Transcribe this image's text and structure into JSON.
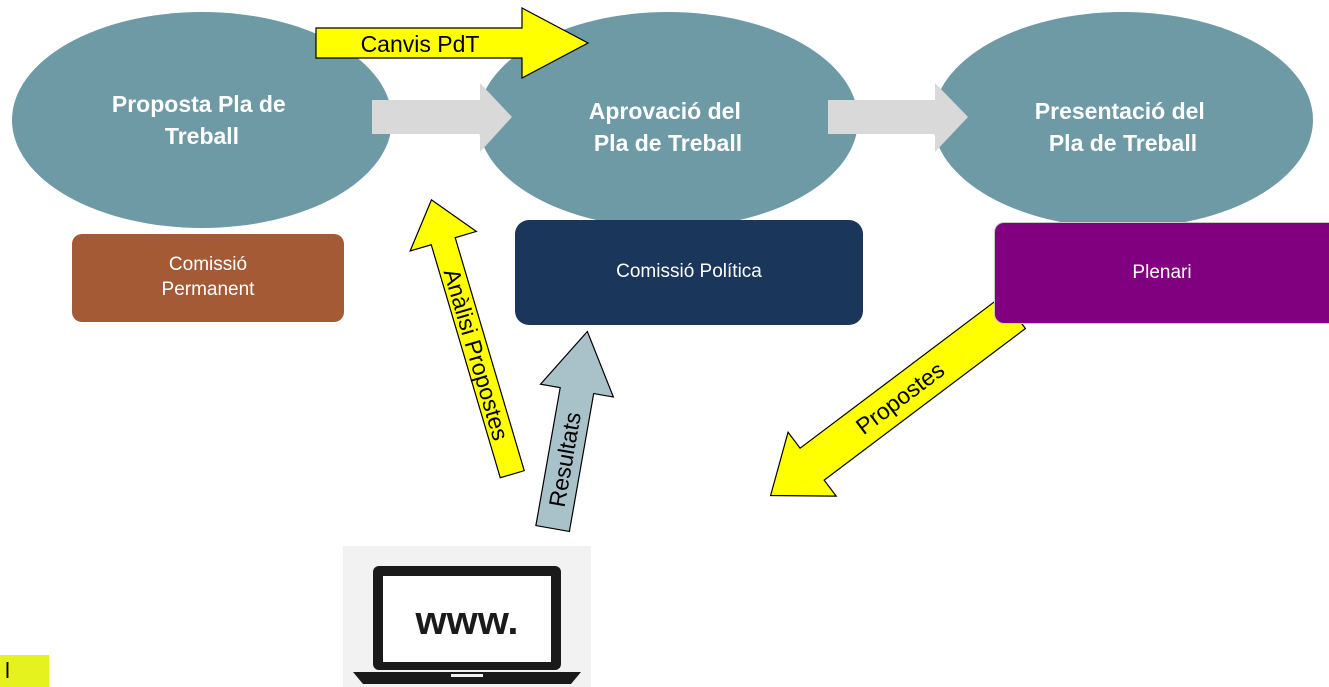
{
  "colors": {
    "ellipse": "#6e9aa6",
    "connector": "#d9d9d9",
    "yellow_arrow": "#ffff00",
    "blue_arrow": "#a9c2ca",
    "box_permanent": "#a55a36",
    "box_politica": "#1a365a",
    "box_plenari": "#800080",
    "footer_mark": "#e6f21e"
  },
  "stages": [
    {
      "line1": "Proposta Pla de",
      "line2": "Treball"
    },
    {
      "line1": "Aprovació del",
      "line2": "Pla de Treball"
    },
    {
      "line1": "Presentació del",
      "line2": "Pla de Treball"
    }
  ],
  "bodies": {
    "permanent": "Comissió\nPermanent",
    "politica": "Comissió Política",
    "plenari": "Plenari"
  },
  "arrows": {
    "canvis": "Canvis PdT",
    "analisi": "Anàlisi Propostes",
    "resultats": "Resultats",
    "propostes": "Propostes"
  },
  "website": {
    "icon": "laptop-icon",
    "label": "www."
  },
  "footer_mark": "l"
}
